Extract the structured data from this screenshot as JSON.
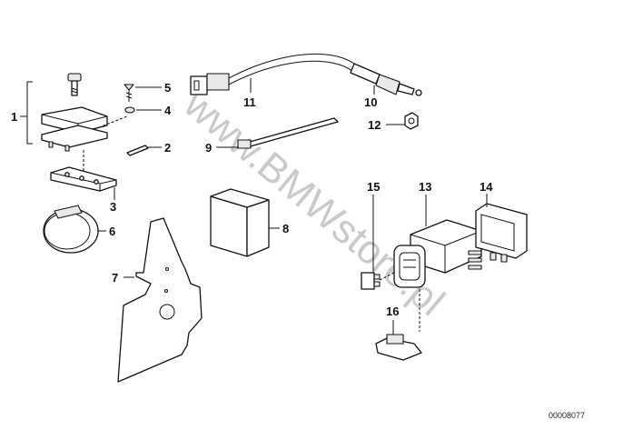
{
  "diagram": {
    "type": "exploded parts diagram",
    "reference_number": "00008077",
    "watermark": "www.BMWstore.pl",
    "callouts": [
      {
        "id": "1",
        "label": "1"
      },
      {
        "id": "2",
        "label": "2"
      },
      {
        "id": "3",
        "label": "3"
      },
      {
        "id": "4",
        "label": "4"
      },
      {
        "id": "5",
        "label": "5"
      },
      {
        "id": "6",
        "label": "6"
      },
      {
        "id": "7",
        "label": "7"
      },
      {
        "id": "8",
        "label": "8"
      },
      {
        "id": "9",
        "label": "9"
      },
      {
        "id": "10",
        "label": "10"
      },
      {
        "id": "11",
        "label": "11"
      },
      {
        "id": "12",
        "label": "12"
      },
      {
        "id": "13",
        "label": "13"
      },
      {
        "id": "14",
        "label": "14"
      },
      {
        "id": "15",
        "label": "15"
      },
      {
        "id": "16",
        "label": "16"
      }
    ]
  }
}
